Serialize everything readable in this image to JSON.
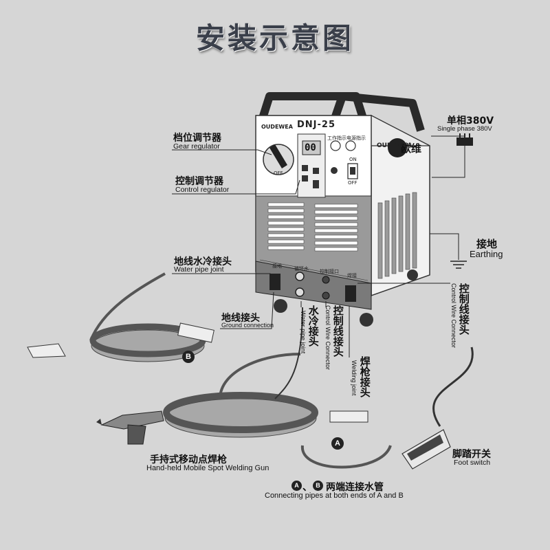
{
  "title": "安装示意图",
  "machine": {
    "model": "DNJ-25",
    "brand_cn": "欧维",
    "brand_logo_text": "OUDEWEA",
    "display_value": "00",
    "panel_labels": {
      "indicator_work": "工作指示",
      "indicator_power": "电源指示",
      "port_ground": "接地",
      "port_water": "循环水",
      "port_control": "控制接口",
      "port_weld": "焊接",
      "switch_on": "ON",
      "switch_off": "OFF",
      "knob_off": "OFF"
    }
  },
  "labels": {
    "gear_regulator": {
      "cn": "档位调节器",
      "en": "Gear regulator"
    },
    "control_regulator": {
      "cn": "控制调节器",
      "en": "Control regulator"
    },
    "single_phase": {
      "cn": "单相380V",
      "en": "Single phase 380V"
    },
    "earthing": {
      "cn": "接地",
      "en": "Earthing"
    },
    "water_pipe_joint": {
      "cn": "地线水冷接头",
      "en": "Water pipe joint"
    },
    "ground_connection": {
      "cn": "地线接头",
      "en": "Ground connection"
    },
    "water_cooled_joint": {
      "cn": "水冷接头",
      "en": "Water pipe joint"
    },
    "control_wire_connector_mid": {
      "cn": "控制线接头",
      "en": "Control Wire Connector"
    },
    "welding_joint": {
      "cn": "焊枪接头",
      "en": "Welding joint"
    },
    "control_wire_connector_right": {
      "cn": "控制线接头",
      "en": "Control Wire Connector"
    },
    "foot_switch": {
      "cn": "脚踏开关",
      "en": "Foot switch"
    },
    "welding_gun": {
      "cn": "手持式移动点焊枪",
      "en": "Hand-held Mobile Spot Welding Gun"
    },
    "connecting_pipes": {
      "cn": "两端连接水管",
      "en": "Connecting pipes at both ends of A and B",
      "sep": "、"
    }
  },
  "badges": {
    "a": "A",
    "b": "B"
  }
}
